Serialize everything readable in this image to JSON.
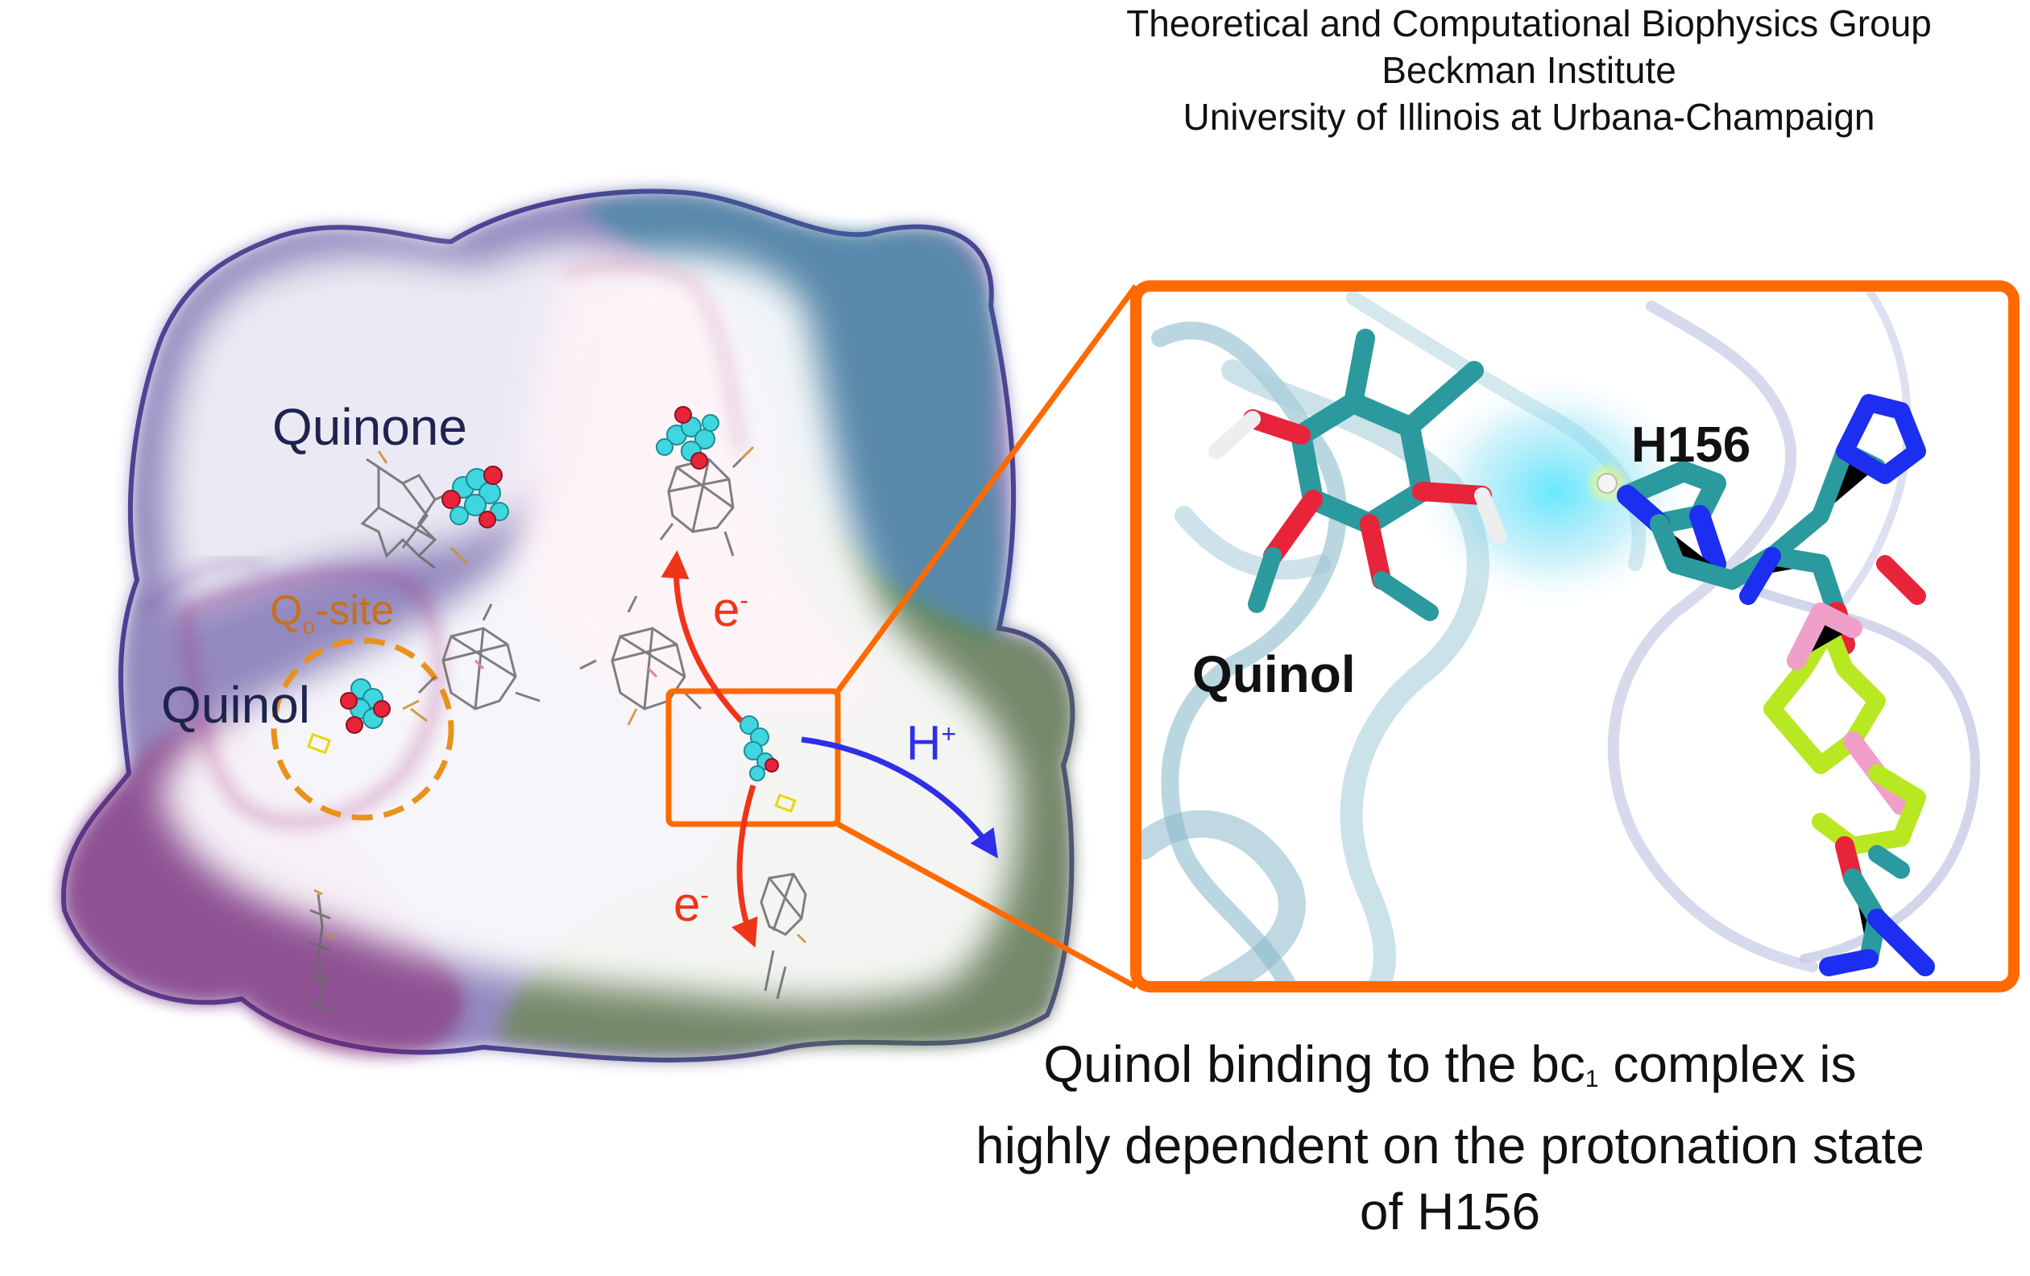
{
  "credits": {
    "line1": "Theoretical and Computational Biophysics Group",
    "line2": "Beckman Institute",
    "line3": "University of Illinois at Urbana-Champaign"
  },
  "labels": {
    "quinone": "Quinone",
    "qo_site_main": "Q",
    "qo_site_sub": "o",
    "qo_site_rest": "-site",
    "quinol_left": "Quinol",
    "electron_base": "e",
    "electron_sup": "-",
    "proton_base": "H",
    "proton_sup": "+",
    "h156": "H156",
    "quinol_zoom": "Quinol"
  },
  "caption": {
    "line1_a": "Quinol binding to the bc",
    "line1_sub": "1",
    "line1_b": " complex is",
    "line2": "highly dependent on the protonation state",
    "line3": "of H156"
  },
  "colors": {
    "accent_orange": "#ff6a00",
    "qo_circle": "#e8921e",
    "electron_arrow": "#f0341a",
    "proton_arrow": "#2f2fe8",
    "label_navy": "#1f2350",
    "label_orange": "#c8701a"
  }
}
